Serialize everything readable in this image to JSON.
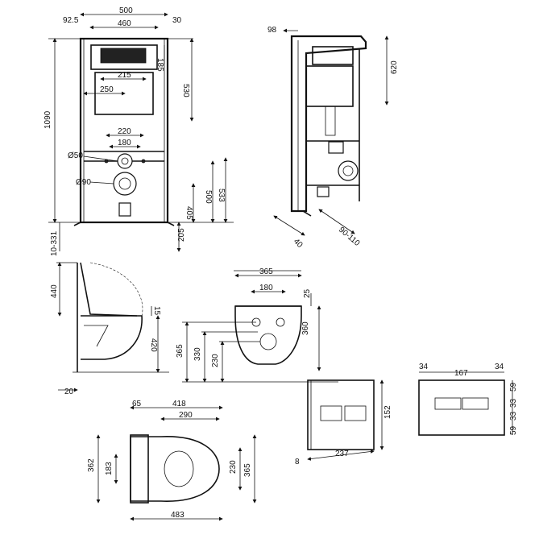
{
  "front_frame": {
    "w_92_5": "92.5",
    "w_500": "500",
    "w_30": "30",
    "w_460": "460",
    "h_185": "185",
    "w_215": "215",
    "w_250": "250",
    "h_530": "530",
    "h_1090": "1090",
    "w_220": "220",
    "w_180": "180",
    "d_50": "Ø50",
    "d_90": "Ø90",
    "h_500": "500",
    "h_533": "533",
    "h_405": "405",
    "h_205": "205",
    "h_10_331": "10-331"
  },
  "side_frame": {
    "w_98": "98",
    "h_620": "620",
    "w_40": "40",
    "w_90_110": "90-110"
  },
  "bowl_side": {
    "h_440": "440",
    "h_15": "15",
    "h_420": "420",
    "w_20": "20"
  },
  "bowl_front": {
    "w_365": "365",
    "w_180": "180",
    "h_25": "25",
    "h_365": "365",
    "h_330": "330",
    "h_230": "230",
    "h_360": "360"
  },
  "flush_plate_side": {
    "h_152": "152",
    "w_8": "8",
    "w_237": "237"
  },
  "flush_plate_front": {
    "w_34a": "34",
    "w_167": "167",
    "w_34b": "34",
    "h_59a": "59",
    "h_33a": "33",
    "h_33b": "33",
    "h_59b": "59"
  },
  "bowl_top": {
    "w_65": "65",
    "w_418": "418",
    "w_290": "290",
    "h_362": "362",
    "h_183": "183",
    "h_230": "230",
    "h_365": "365",
    "w_483": "483"
  }
}
